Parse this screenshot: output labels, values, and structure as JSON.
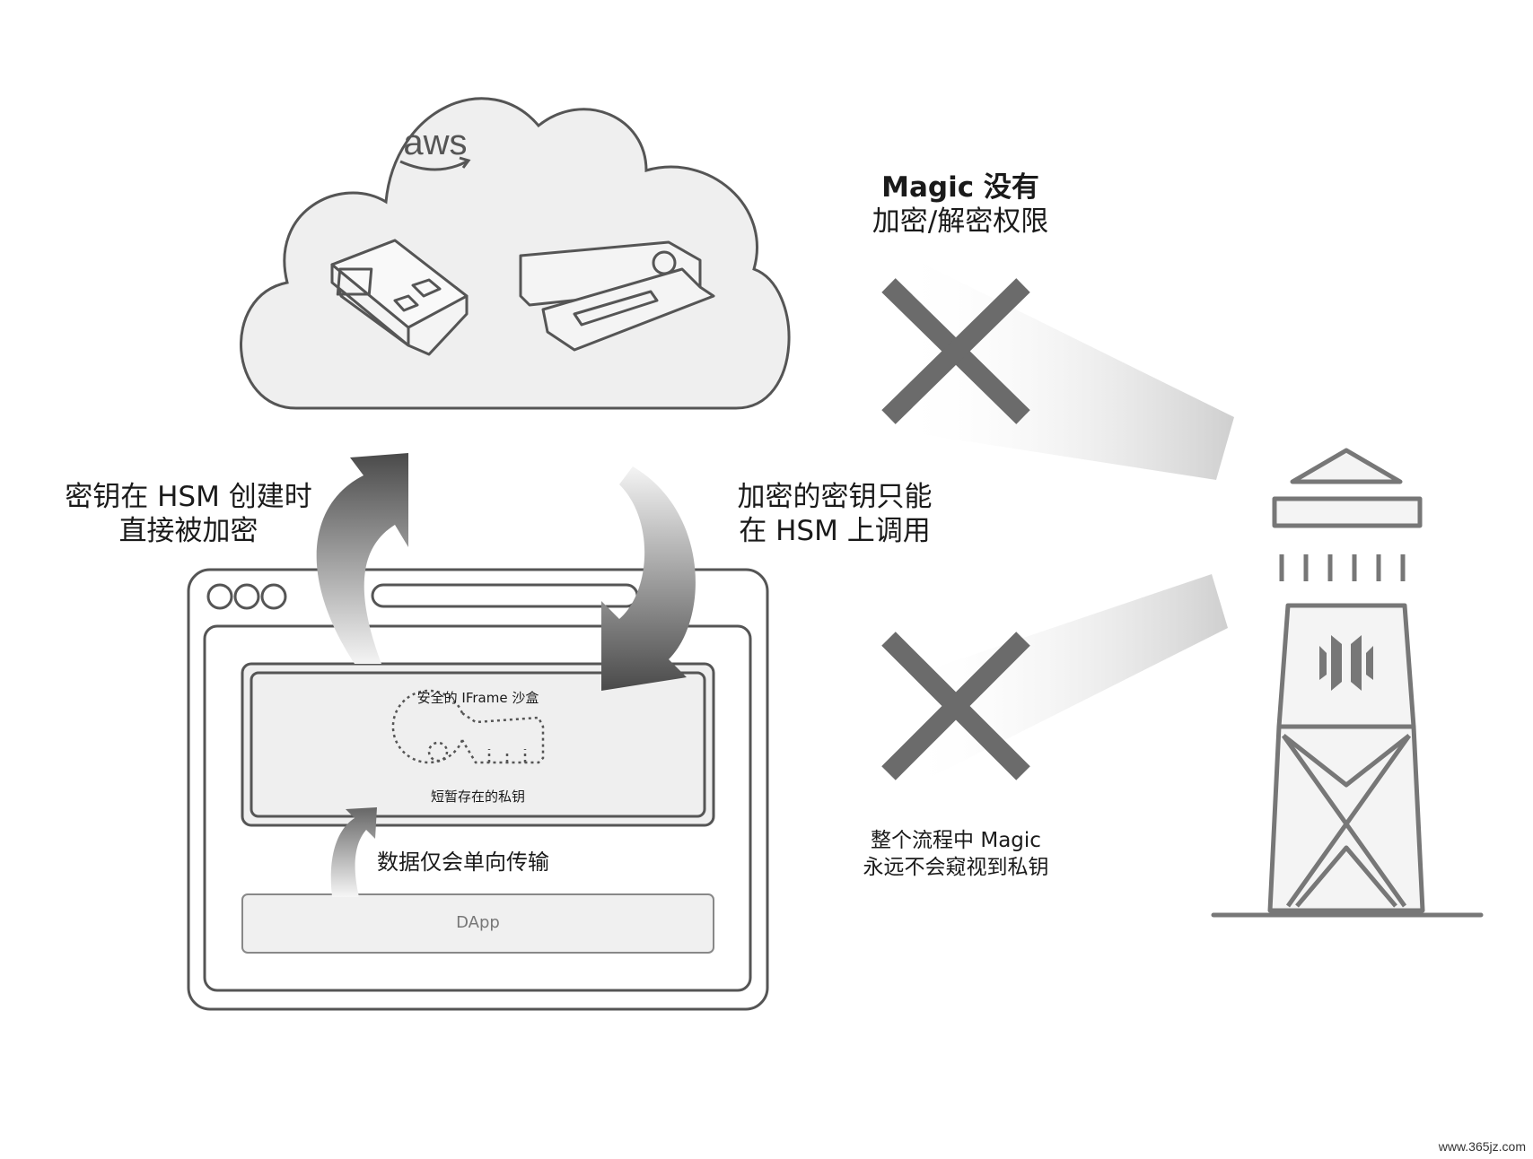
{
  "cloud": {
    "logo": "aws"
  },
  "labels": {
    "magic_no_permission_line1": "Magic 没有",
    "magic_no_permission_line2": "加密/解密权限",
    "hsm_create_line1": "密钥在 HSM 创建时",
    "hsm_create_line2": "直接被加密",
    "hsm_call_line1": "加密的密钥只能",
    "hsm_call_line2": "在 HSM 上调用",
    "iframe_title": "安全的 IFrame 沙盒",
    "ephemeral_key": "短暂存在的私钥",
    "one_way": "数据仅会单向传输",
    "dapp": "DApp",
    "never_peek_line1": "整个流程中 Magic",
    "never_peek_line2": "永远不会窥视到私钥"
  },
  "watermark": "www.365jz.com",
  "colors": {
    "stroke": "#555555",
    "fill_light": "#efefef",
    "cross": "#6b6b6b"
  }
}
